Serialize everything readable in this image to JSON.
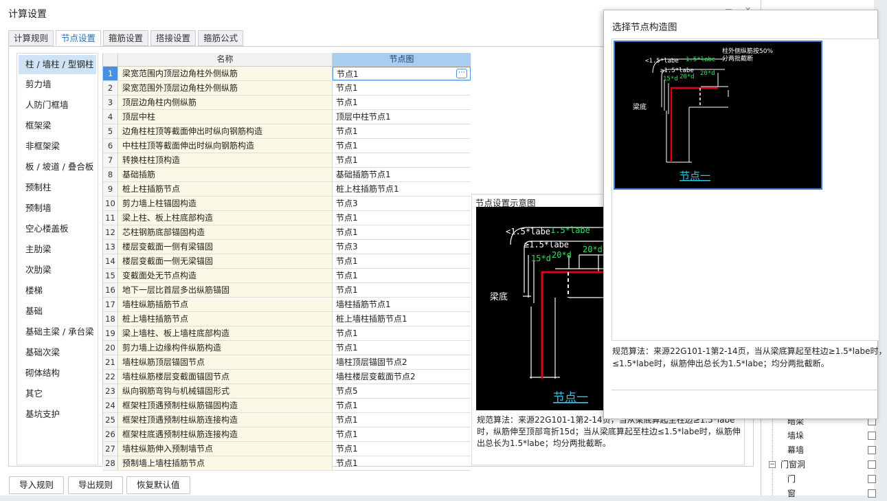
{
  "window": {
    "title": "计算设置",
    "controls": [
      "▭",
      "✕"
    ]
  },
  "tabs": [
    {
      "label": "计算规则",
      "active": false
    },
    {
      "label": "节点设置",
      "active": true
    },
    {
      "label": "箍筋设置",
      "active": false
    },
    {
      "label": "搭接设置",
      "active": false
    },
    {
      "label": "箍筋公式",
      "active": false
    }
  ],
  "sidebar": {
    "items": [
      "柱 / 墙柱 / 型钢柱",
      "剪力墙",
      "人防门框墙",
      "框架梁",
      "非框架梁",
      "板 / 坡道 / 叠合板",
      "预制柱",
      "预制墙",
      "空心楼盖板",
      "主肋梁",
      "次肋梁",
      "楼梯",
      "基础",
      "基础主梁 / 承台梁",
      "基础次梁",
      "砌体结构",
      "其它",
      "基坑支护"
    ]
  },
  "grid": {
    "headers": {
      "name": "名称",
      "node": "节点图"
    },
    "rows": [
      [
        "1",
        "梁宽范围内顶层边角柱外侧纵筋",
        "节点1"
      ],
      [
        "2",
        "梁宽范围外顶层边角柱外侧纵筋",
        "节点1"
      ],
      [
        "3",
        "顶层边角柱内侧纵筋",
        "节点1"
      ],
      [
        "4",
        "顶层中柱",
        "顶层中柱节点1"
      ],
      [
        "5",
        "边角柱柱顶等截面伸出时纵向钢筋构造",
        "节点1"
      ],
      [
        "6",
        "中柱柱顶等截面伸出时纵向钢筋构造",
        "节点1"
      ],
      [
        "7",
        "转换柱柱顶构造",
        "节点1"
      ],
      [
        "8",
        "基础插筋",
        "基础插筋节点1"
      ],
      [
        "9",
        "桩上柱插筋节点",
        "桩上柱插筋节点1"
      ],
      [
        "10",
        "剪力墙上柱锚固构造",
        "节点3"
      ],
      [
        "11",
        "梁上柱、板上柱底部构造",
        "节点1"
      ],
      [
        "12",
        "芯柱钢筋底部锚固构造",
        "节点1"
      ],
      [
        "13",
        "楼层变截面一侧有梁锚固",
        "节点3"
      ],
      [
        "14",
        "楼层变截面一侧无梁锚固",
        "节点1"
      ],
      [
        "15",
        "变截面处无节点构造",
        "节点1"
      ],
      [
        "16",
        "地下一层比首层多出纵筋锚固",
        "节点1"
      ],
      [
        "17",
        "墙柱纵筋插筋节点",
        "墙柱插筋节点1"
      ],
      [
        "18",
        "桩上墙柱插筋节点",
        "桩上墙柱插筋节点1"
      ],
      [
        "19",
        "梁上墙柱、板上墙柱底部构造",
        "节点1"
      ],
      [
        "20",
        "剪力墙上边缘构件纵筋构造",
        "节点1"
      ],
      [
        "21",
        "墙柱纵筋顶层锚固节点",
        "墙柱顶层锚固节点2"
      ],
      [
        "22",
        "墙柱纵筋楼层变截面锚固节点",
        "墙柱楼层变截面节点2"
      ],
      [
        "23",
        "纵向钢筋弯钩与机械锚固形式",
        "节点5"
      ],
      [
        "24",
        "框架柱顶遇预制柱纵筋锚固构造",
        "节点1"
      ],
      [
        "25",
        "框架柱顶遇预制柱纵筋连接构造",
        "节点1"
      ],
      [
        "26",
        "框架柱底遇预制柱纵筋连接构造",
        "节点1"
      ],
      [
        "27",
        "墙柱纵筋伸入预制墙节点",
        "节点1"
      ],
      [
        "28",
        "预制墙上墙柱插筋节点",
        "节点1"
      ]
    ],
    "ellipsis": "⋯"
  },
  "preview": {
    "title": "节点设置示意图",
    "labels": {
      "a": "<1.5*labe",
      "b": "1.5*labe",
      "c": "≥1.5*labe",
      "d": "20*d",
      "e": "15*d",
      "f": "20*d",
      "beam_bottom": "梁底",
      "node_caption": "节点一"
    },
    "desc": "规范算法：来源22G101-1第2-14页，当从梁底算起至柱边≥1.5*labe时，纵筋伸至顶部弯折15d；当从梁底算起至柱边≤1.5*labe时，纵筋伸出总长为1.5*labe；均分两批截断。"
  },
  "buttons": {
    "import": "导入规则",
    "export": "导出规则",
    "restore": "恢复默认值"
  },
  "tree": {
    "items": [
      {
        "label": "暗梁",
        "indent": 2
      },
      {
        "label": "墙垛",
        "indent": 2
      },
      {
        "label": "幕墙",
        "indent": 2
      },
      {
        "label": "门窗洞",
        "indent": 1,
        "expand": "−"
      },
      {
        "label": "门",
        "indent": 2
      },
      {
        "label": "窗",
        "indent": 2
      }
    ]
  },
  "dialog": {
    "title": "选择节点构造图",
    "thumb_labels": {
      "a": "<1.5*labe",
      "b": "1.5*labe",
      "c": "≥1.5*labe",
      "d": "20*d",
      "e": "15*d",
      "f": "20*d",
      "note1": "柱外侧纵筋按50%",
      "note2": "分两批截断",
      "beam_bottom": "梁底",
      "node_caption": "节点一"
    },
    "desc_line1": "规范算法：来源22G101-1第2-14页，当从梁底算起至柱边≥1.5*labe时，",
    "desc_line2": "≤1.5*labe时，纵筋伸出总长为1.5*labe；均分两批截断。"
  },
  "colors": {
    "accent": "#1d6fc6",
    "selected_header": "#a9cdf0",
    "name_col_bg": "#fbf9e5",
    "rebar_red": "#e0001a",
    "label_green": "#33e05a"
  }
}
